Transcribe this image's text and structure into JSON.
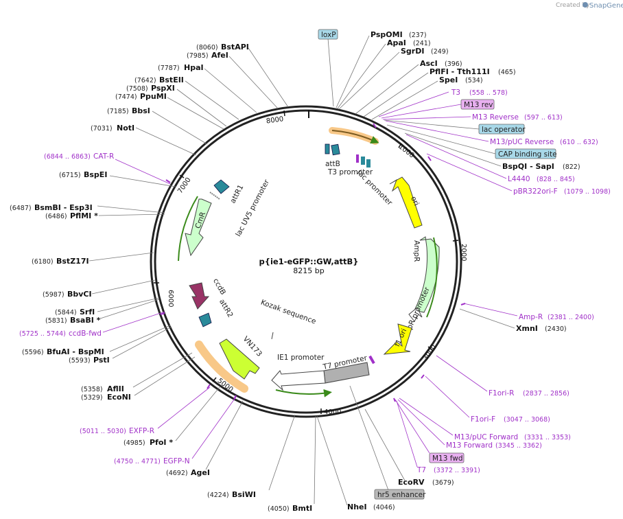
{
  "credit": {
    "prefix": "Created by",
    "brand": "SnapGene"
  },
  "plasmid": {
    "name": "p{ie1-eGFP::GW,attB}",
    "length_label": "8215 bp",
    "length": 8215
  },
  "ticks": [
    "1000",
    "2000",
    "3000",
    "4000",
    "5000",
    "6000",
    "7000",
    "8000"
  ],
  "enzymes_right": [
    {
      "name": "PspOMI",
      "pos": "(237)"
    },
    {
      "name": "ApaI",
      "pos": "(241)"
    },
    {
      "name": "SgrDI",
      "pos": "(249)"
    },
    {
      "name": "AscI",
      "pos": "(396)"
    },
    {
      "name": "PflFI  - Tth111I",
      "pos": "(465)"
    },
    {
      "name": "SpeI",
      "pos": "(534)"
    },
    {
      "name": "BspQI  - SapI",
      "pos": "(822)"
    },
    {
      "name": "XmnI",
      "pos": "(2430)"
    },
    {
      "name": "EcoRV",
      "pos": "(3679)"
    },
    {
      "name": "NheI",
      "pos": "(4046)"
    }
  ],
  "enzymes_left": [
    {
      "name": "BstAPI",
      "pos": "(8060)"
    },
    {
      "name": "AfeI",
      "pos": "(7985)"
    },
    {
      "name": "HpaI",
      "pos": "(7787)"
    },
    {
      "name": "BstEII",
      "pos": "(7642)"
    },
    {
      "name": "PspXI",
      "pos": "(7508)"
    },
    {
      "name": "PpuMI",
      "pos": "(7474)"
    },
    {
      "name": "BbsI",
      "pos": "(7185)"
    },
    {
      "name": "NotI",
      "pos": "(7031)"
    },
    {
      "name": "BspEI",
      "pos": "(6715)"
    },
    {
      "name": "BsmBI  - Esp3I",
      "pos": "(6487)"
    },
    {
      "name": "PflMI *",
      "pos": "(6486)"
    },
    {
      "name": "BstZ17I",
      "pos": "(6180)"
    },
    {
      "name": "BbvCI",
      "pos": "(5987)"
    },
    {
      "name": "SrfI",
      "pos": "(5844)"
    },
    {
      "name": "BsaBI *",
      "pos": "(5831)"
    },
    {
      "name": "BfuAI  - BspMI",
      "pos": "(5596)"
    },
    {
      "name": "PstI",
      "pos": "(5593)"
    },
    {
      "name": "AflII",
      "pos": "(5358)"
    },
    {
      "name": "EcoNI",
      "pos": "(5329)"
    },
    {
      "name": "PfoI *",
      "pos": "(4985)"
    },
    {
      "name": "AgeI",
      "pos": "(4692)"
    },
    {
      "name": "BsiWI",
      "pos": "(4224)"
    },
    {
      "name": "BmtI",
      "pos": "(4050)"
    }
  ],
  "primers": [
    {
      "name": "T3",
      "range": "(558 .. 578)"
    },
    {
      "name": "M13 Reverse",
      "range": "(597 .. 613)"
    },
    {
      "name": "M13/pUC Reverse",
      "range": "(610 .. 632)"
    },
    {
      "name": "L4440",
      "range": "(828 .. 845)"
    },
    {
      "name": "pBR322ori-F",
      "range": "(1079 .. 1098)"
    },
    {
      "name": "Amp-R",
      "range": "(2381 .. 2400)"
    },
    {
      "name": "F1ori-R",
      "range": "(2837 .. 2856)"
    },
    {
      "name": "F1ori-F",
      "range": "(3047 .. 3068)"
    },
    {
      "name": "M13/pUC Forward",
      "range": "(3331 .. 3353)"
    },
    {
      "name": "M13 Forward",
      "range": "(3345 .. 3362)"
    },
    {
      "name": "T7",
      "range": "(3372 .. 3391)"
    },
    {
      "name": "CAT-R",
      "range": "(6844 .. 6863)"
    },
    {
      "name": "ccdB-fwd",
      "range": "(5725 .. 5744)"
    },
    {
      "name": "EXFP-R",
      "range": "(5011 .. 5030)"
    },
    {
      "name": "EGFP-N",
      "range": "(4750 .. 4771)"
    }
  ],
  "boxed_features": {
    "loxp": "loxP",
    "m13rev": "M13 rev",
    "lacop": "lac operator",
    "cap": "CAP binding site",
    "m13fwd": "M13 fwd",
    "hr5": "hr5 enhancer"
  },
  "features": {
    "attB": "attB",
    "t3prom": "T3 promoter",
    "lacprom": "lac promoter",
    "ori": "ori",
    "ampR": "AmpR",
    "ampRprom": "AmpR promoter",
    "f1ori": "f1 ori",
    "t7prom": "T7 promoter",
    "ie1prom": "IE1 promoter",
    "kozak": "Kozak sequence",
    "vn173": "VN173",
    "ccdB": "ccdB",
    "attR2": "attR2",
    "cmR": "CmR",
    "attR1": "attR1",
    "lacUV5": "lac UV5 promoter"
  },
  "colors": {
    "backbone": "#222222",
    "primer": "#a030c8",
    "ori": "#ffff00",
    "ampR": "#ccffcc",
    "promoter": "#ffffff",
    "t7": "#b0b0b0",
    "vn173": "#ccff33",
    "ccdB": "#993366",
    "attSite": "#2a8a9a",
    "cmR": "#ccffcc",
    "boxTeal": "#a8d8e8",
    "boxPink": "#e8b0f0",
    "boxGray": "#b8b8b8"
  }
}
